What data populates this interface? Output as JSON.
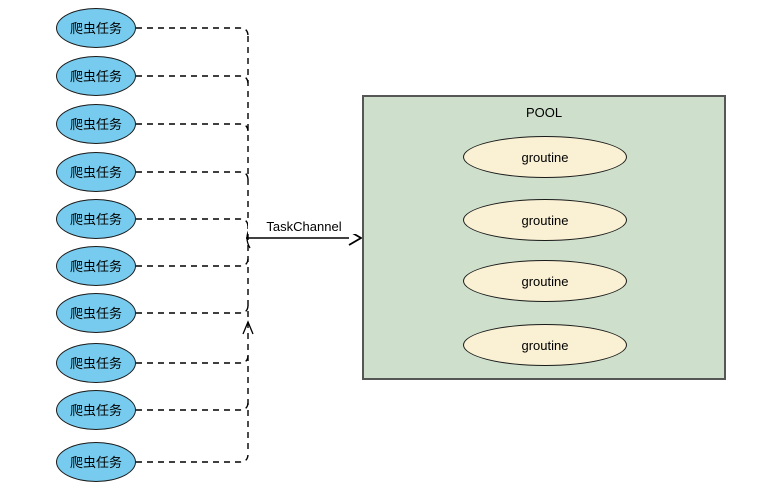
{
  "diagram": {
    "tasks": [
      {
        "label": "爬虫任务"
      },
      {
        "label": "爬虫任务"
      },
      {
        "label": "爬虫任务"
      },
      {
        "label": "爬虫任务"
      },
      {
        "label": "爬虫任务"
      },
      {
        "label": "爬虫任务"
      },
      {
        "label": "爬虫任务"
      },
      {
        "label": "爬虫任务"
      },
      {
        "label": "爬虫任务"
      },
      {
        "label": "爬虫任务"
      }
    ],
    "channel": {
      "label": "TaskChannel"
    },
    "pool": {
      "title": "POOL",
      "workers": [
        {
          "label": "groutine"
        },
        {
          "label": "groutine"
        },
        {
          "label": "groutine"
        },
        {
          "label": "groutine"
        }
      ]
    },
    "colors": {
      "task_fill": "#76cbee",
      "pool_fill": "#cee0cb",
      "worker_fill": "#faf1d4",
      "line": "#000000"
    }
  }
}
